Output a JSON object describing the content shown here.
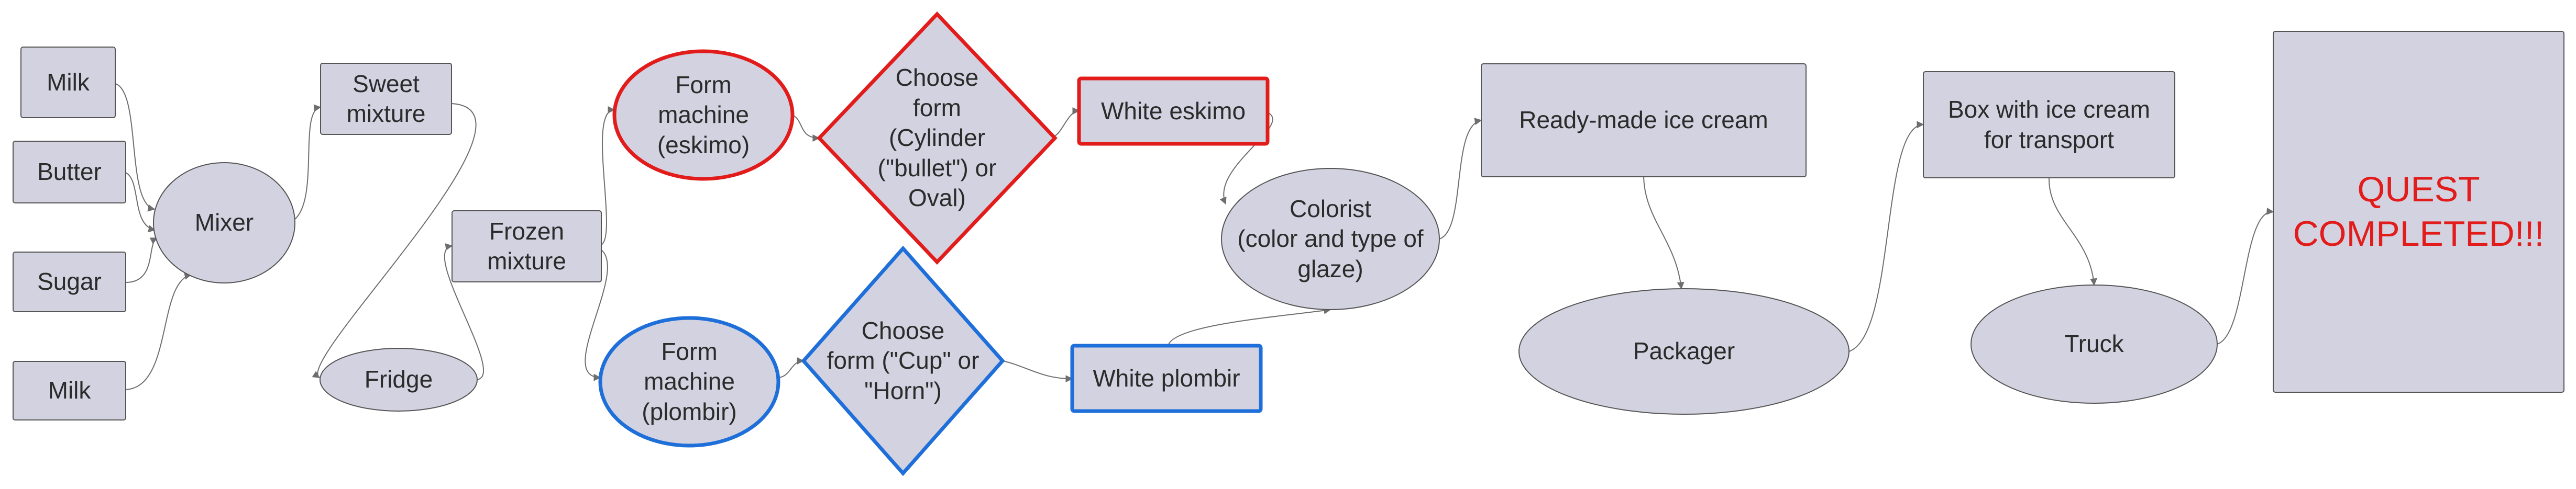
{
  "diagram": {
    "colors": {
      "fill": "#d3d2e0",
      "stroke": "#555555",
      "edge": "#6e6e6e",
      "highlight_red": "#e21b1b",
      "highlight_blue": "#1e6fd9",
      "text": "#2b2b2b"
    },
    "nodes": {
      "milk_1": {
        "label": "Milk"
      },
      "butter": {
        "label": "Butter"
      },
      "sugar": {
        "label": "Sugar"
      },
      "milk_2": {
        "label": "Milk"
      },
      "mixer": {
        "label": "Mixer"
      },
      "sweet_mixture": {
        "label": "Sweet\nmixture"
      },
      "fridge": {
        "label": "Fridge"
      },
      "frozen_mixture": {
        "label": "Frozen\nmixture"
      },
      "form_machine_eskimo": {
        "label": "Form\nmachine\n(eskimo)"
      },
      "form_machine_plombir": {
        "label": "Form\nmachine\n(plombir)"
      },
      "choose_form_eskimo": {
        "label": "Choose\nform\n(Cylinder\n(\"bullet\") or\nOval)"
      },
      "choose_form_plombir": {
        "label": "Choose\nform (\"Cup\" or\n\"Horn\")"
      },
      "white_eskimo": {
        "label": "White eskimo"
      },
      "white_plombir": {
        "label": "White plombir"
      },
      "colorist": {
        "label": "Colorist\n(color and type of\nglaze)"
      },
      "ready_made_ice_cream": {
        "label": "Ready-made ice cream"
      },
      "packager": {
        "label": "Packager"
      },
      "box_with_ice_cream": {
        "label": "Box with ice cream\nfor transport"
      },
      "truck": {
        "label": "Truck"
      },
      "quest_completed": {
        "label": "QUEST\nCOMPLETED!!!"
      }
    }
  }
}
